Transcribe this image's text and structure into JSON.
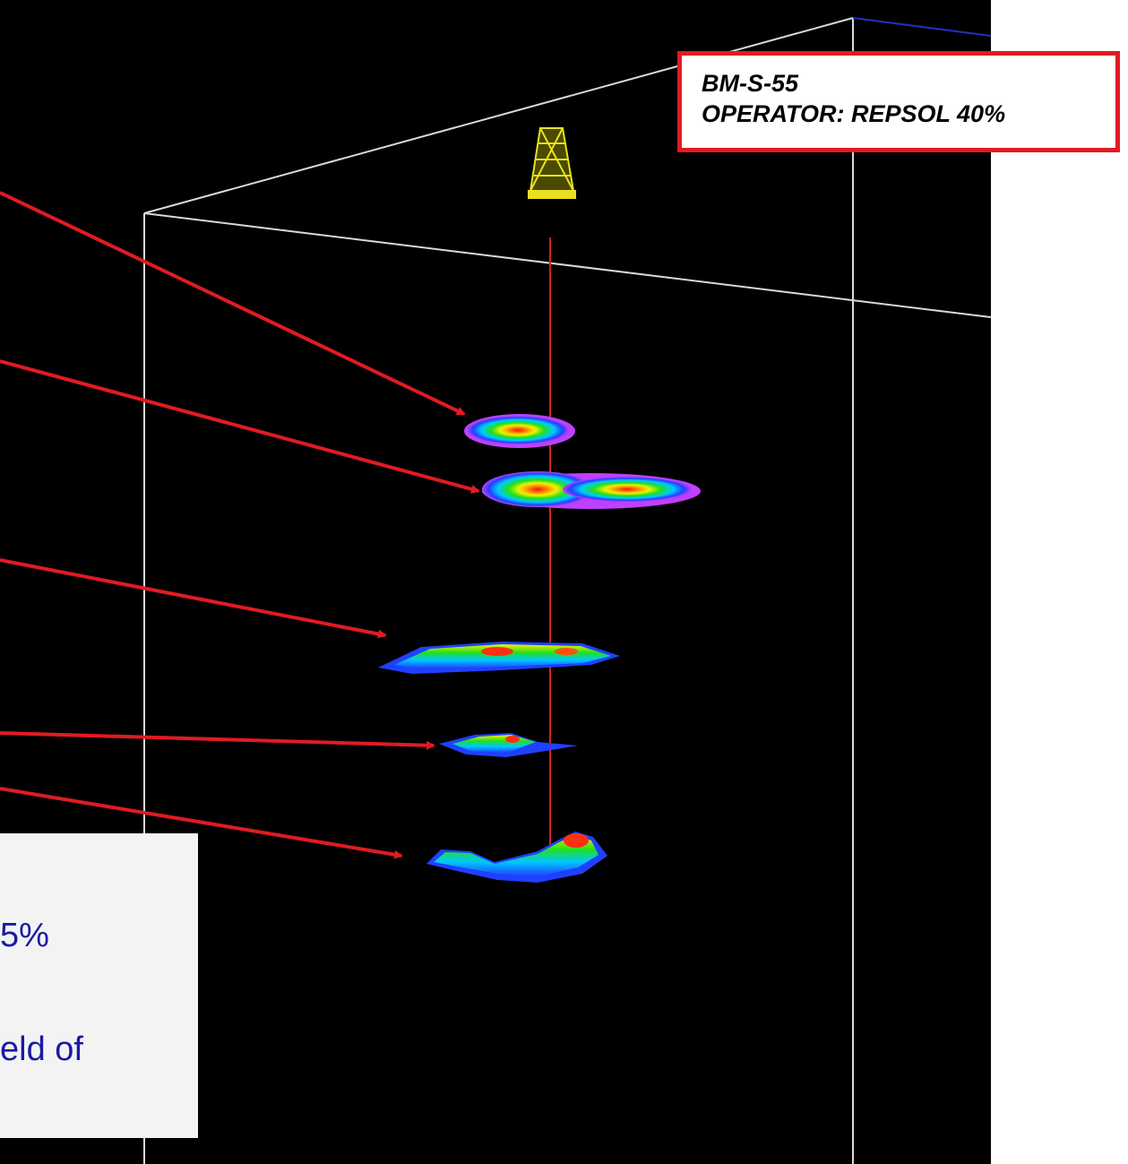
{
  "well_box": {
    "block": "BM-S-55",
    "operator": "OPERATOR: REPSOL 40%"
  },
  "info_panel": {
    "line1": "5%",
    "line2": "eld of"
  },
  "colors": {
    "background": "#000000",
    "callout_border": "#e11b22",
    "arrow": "#e11b22",
    "wellbore": "#d42020",
    "cube_edges": "#d9d9d9",
    "rig": "#e8e020",
    "info_text": "#1a1aa6"
  },
  "icons": {
    "rig": "drilling-rig-icon"
  }
}
